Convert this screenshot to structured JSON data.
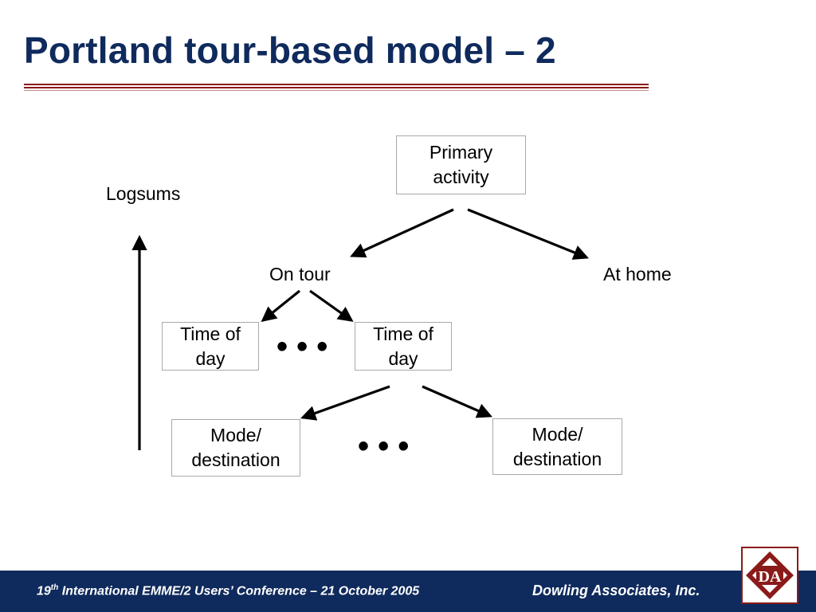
{
  "slide": {
    "title": "Portland tour-based model – 2"
  },
  "diagram": {
    "primary_activity": "Primary activity",
    "logsums": "Logsums",
    "on_tour": "On tour",
    "at_home": "At home",
    "time_of_day_left": "Time of day",
    "time_of_day_right": "Time of day",
    "ellipsis_1": "• • •",
    "mode_destination_left": "Mode/ destination",
    "mode_destination_right": "Mode/ destination",
    "ellipsis_2": "•   •   •"
  },
  "footer": {
    "conference_num": "19",
    "conference_sup": "th",
    "conference_rest": " International EMME/2 Users’ Conference – 21 October 2005",
    "company": "Dowling Associates, Inc."
  },
  "logo": {
    "text": "DA",
    "brand_color": "#8b1a1a"
  },
  "colors": {
    "title": "#0f2a5c",
    "footer_bg": "#0f2a5c",
    "rule": "#8b1a1a"
  }
}
